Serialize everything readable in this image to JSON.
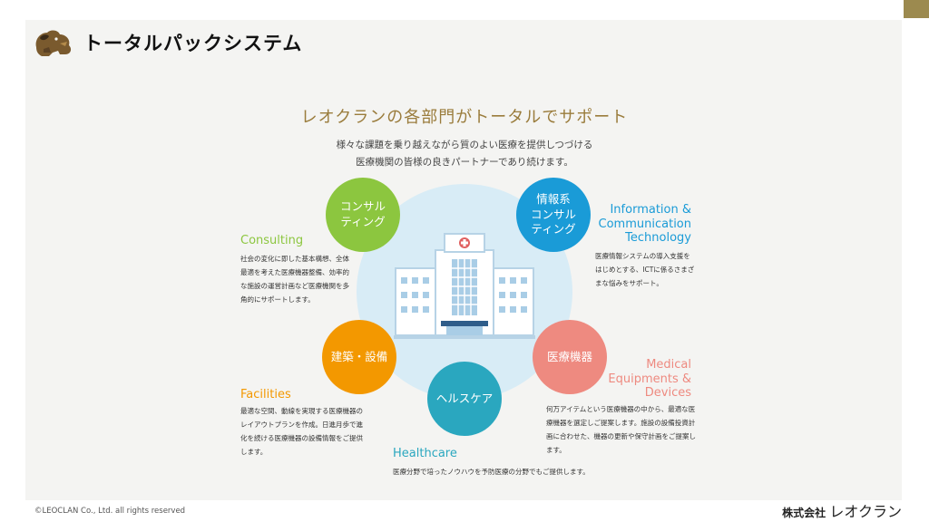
{
  "header": {
    "title": "トータルパックシステム",
    "logo_icon": "lion-logo-icon"
  },
  "main": {
    "headline": "レオクランの各部門がトータルでサポート",
    "intro_lines": [
      "様々な課題を乗り越えながら質のよい医療を提供しつづける",
      "医療機関の皆様の良きパートナーであり続けます。"
    ],
    "center_icon": "hospital-building-icon"
  },
  "sections": {
    "consulting": {
      "node_label": "コンサル\nティング",
      "title": "Consulting",
      "description": "社会の変化に即した基本構想、全体最適を考えた医療機器整備、効率的な施設の運営計画など医療機関を多角的にサポートします。",
      "color": "#8cc63f"
    },
    "ict": {
      "node_label": "情報系\nコンサル\nティング",
      "title": "Information & Communication Technology",
      "description": "医療情報システムの導入支援をはじめとする、ICTに係るさまざまな悩みをサポート。",
      "color": "#1a9bd7"
    },
    "facilities": {
      "node_label": "建築・設備",
      "title": "Facilities",
      "description": "最適な空間、動線を実現する医療機器のレイアウトプランを作成。日進月歩で進化を続ける医療機器の設備情報をご提供します。",
      "color": "#f39800"
    },
    "medical": {
      "node_label": "医療機器",
      "title": "Medical Equipments & Devices",
      "description": "何万アイテムという医療機器の中から、最適な医療機器を選定しご提案します。施設の設備投資計画に合わせた、機器の更新や保守計画をご提案します。",
      "color": "#ee8a80"
    },
    "healthcare": {
      "node_label": "ヘルスケア",
      "title": "Healthcare",
      "description": "医療分野で培ったノウハウを予防医療の分野でもご提供します。",
      "color": "#2aa7bf"
    }
  },
  "footer": {
    "copyright": "©LEOCLAN Co., Ltd. all rights reserved",
    "company_prefix": "株式会社",
    "company_brand": "レオクラン"
  },
  "colors": {
    "accent": "#9c8a4f",
    "headline": "#9a7c3c",
    "center": "#d8ecf6"
  }
}
